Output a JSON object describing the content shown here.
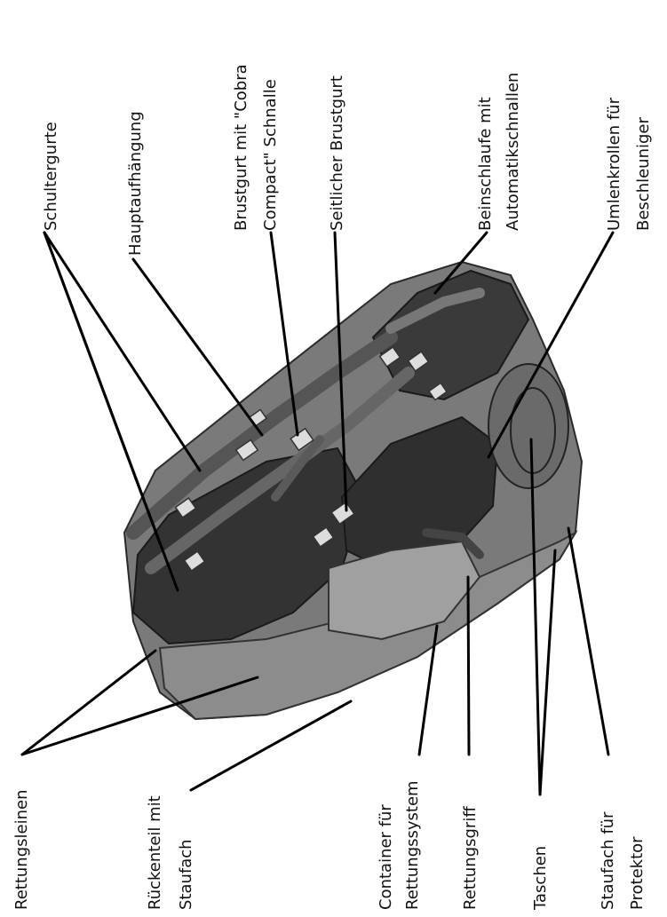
{
  "labels": {
    "schultergurte": "Schultergurte",
    "hauptaufhaengung": "Hauptaufhängung",
    "brustgurt_1": "Brustgurt mit \"Cobra",
    "brustgurt_2": "Compact\" Schnalle",
    "seitlicher_brustgurt": "Seitlicher Brustgurt",
    "beinschlaufe_1": "Beinschlaufe mit",
    "beinschlaufe_2": "Automatikschnallen",
    "umlenkrollen_1": "Umlenkrollen für",
    "umlenkrollen_2": "Beschleuniger",
    "rettungsleinen": "Rettungsleinen",
    "rueckenteil_1": "Rückenteil mit",
    "rueckenteil_2": "Staufach",
    "container_1": "Container für",
    "container_2": "Rettungssystem",
    "rettungsgriff": "Rettungsgriff",
    "taschen": "Taschen",
    "staufach_1": "Staufach für",
    "staufach_2": "Protektor"
  },
  "colors": {
    "harness_dark": "#3a3a3a",
    "harness_mid": "#6e6e6e",
    "harness_light": "#9a9a9a",
    "buckle": "#dcdcdc",
    "leader_line": "#000000"
  }
}
